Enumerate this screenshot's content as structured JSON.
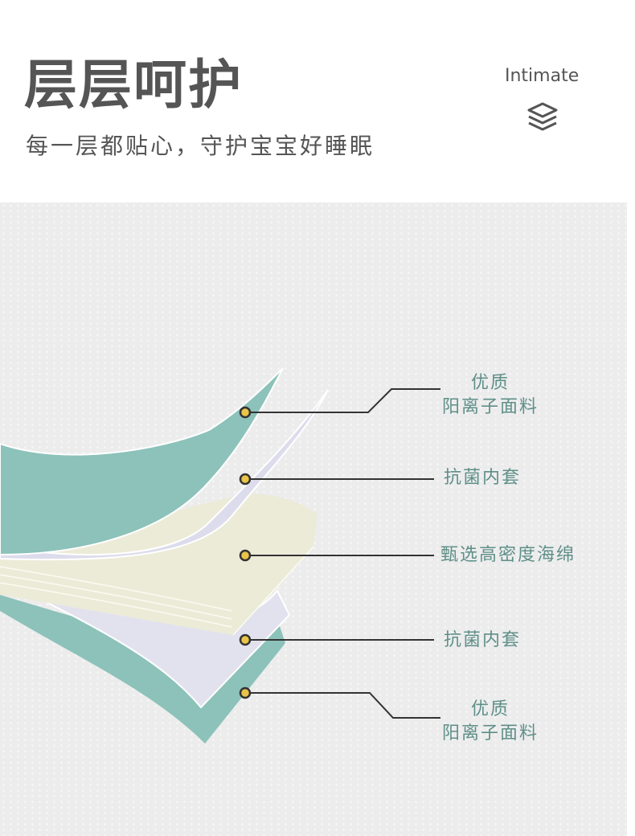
{
  "header": {
    "title": "层层呵护",
    "subtitle": "每一层都贴心，守护宝宝好睡眠",
    "brand": "Intimate",
    "brand_icon": "layers-icon"
  },
  "layers": [
    {
      "line1": "优质",
      "line2": "阳离子面料"
    },
    {
      "line1": "抗菌内套"
    },
    {
      "line1": "甄选高密度海绵"
    },
    {
      "line1": "抗菌内套"
    },
    {
      "line1": "优质",
      "line2": "阳离子面料"
    }
  ],
  "colors": {
    "label": "#5f8f88",
    "teal": "#8cc2ba",
    "lavender": "#dcdcec",
    "sponge": "#ecebd8",
    "dot": "#e8c44a"
  }
}
